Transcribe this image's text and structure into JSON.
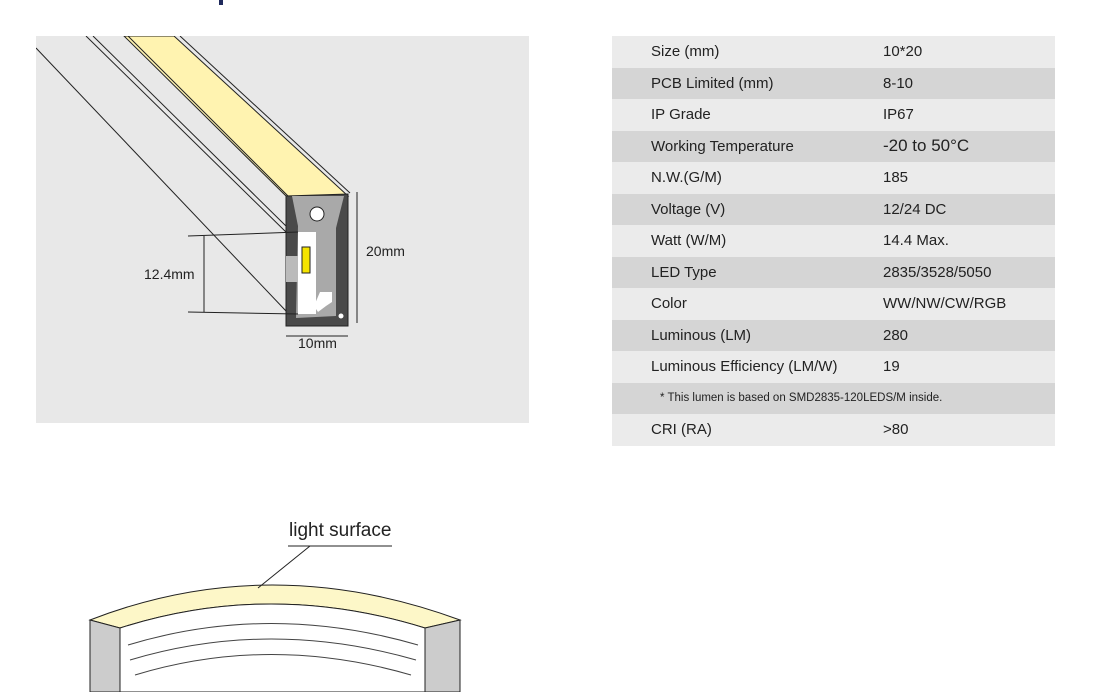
{
  "diagram": {
    "height_label": "20mm",
    "pcb_label": "12.4mm",
    "width_label": "10mm",
    "light_surface_label": "light surface"
  },
  "spec_table": {
    "rows": [
      {
        "label": "Size (mm)",
        "value": "10*20"
      },
      {
        "label": "PCB Limited (mm)",
        "value": "8-10"
      },
      {
        "label": "IP Grade",
        "value": "IP67"
      },
      {
        "label": "Working Temperature",
        "value": "-20 to 50°C"
      },
      {
        "label": "N.W.(G/M)",
        "value": "185"
      },
      {
        "label": "Voltage (V)",
        "value": "12/24 DC"
      },
      {
        "label": "Watt (W/M)",
        "value": "14.4 Max."
      },
      {
        "label": "LED Type",
        "value": "2835/3528/5050"
      },
      {
        "label": "Color",
        "value": "WW/NW/CW/RGB"
      },
      {
        "label": "Luminous (LM)",
        "value": "280"
      },
      {
        "label": "Luminous Efficiency (LM/W)",
        "value": "19"
      }
    ],
    "note": "* This lumen is based on SMD2835-120LEDS/M inside.",
    "cri": {
      "label": "CRI (RA)",
      "value": ">80"
    }
  }
}
